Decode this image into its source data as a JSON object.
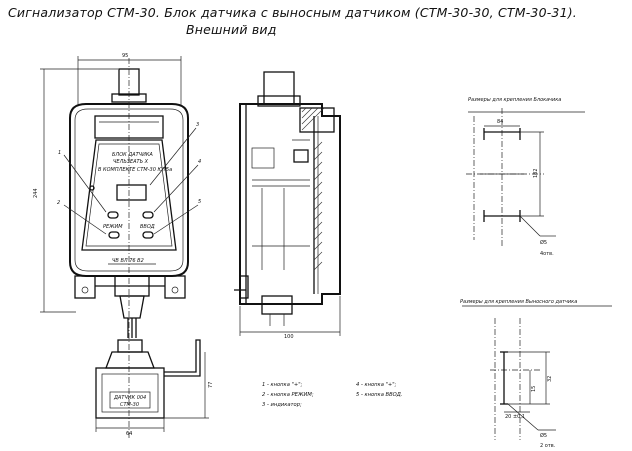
{
  "title": {
    "line1": "Сигнализатор СТМ-30. Блок датчика с выносным датчиком (СТМ-30-30, СТМ-30-31).",
    "line2": "Внешний вид"
  },
  "front_panel": {
    "text_line1": "БЛОК ДАТЧИКА",
    "text_line2": "ЧЕЛЬЗЕАТЬ Х",
    "text_line3": "В КОМПЛЕКТЕ СТМ-30 ЮТ5а",
    "button_left_label": "РЕЖИМ",
    "button_right_label": "ВВОД",
    "terminal_label": "ЧВ ВЛ 76 В2"
  },
  "callouts": [
    "1",
    "2",
    "3",
    "4",
    "5"
  ],
  "dimensions": {
    "front_width": "95",
    "front_height": "244",
    "side_depth": "100",
    "remote_width": "64",
    "remote_height": "77"
  },
  "remote_sensor": {
    "plate_line1": "ДАТЧИК 004",
    "plate_line2": "СТМ-30"
  },
  "legend": [
    {
      "id": "1",
      "text": "1 - кнопка \"+\";"
    },
    {
      "id": "2",
      "text": "2 - кнопка РЕЖИМ;"
    },
    {
      "id": "3",
      "text": "3 - индикатор;"
    },
    {
      "id": "4",
      "text": "4 - кнопка \"+\";"
    },
    {
      "id": "5",
      "text": "5 - кнопка ВВОД."
    }
  ],
  "mount_block": {
    "caption": "Размеры для крепления Блока  ",
    "caption_tail": "чика",
    "dim_horizontal": "84",
    "dim_vertical": "182",
    "hole_dia": "Ø5",
    "hole_count": "4отв."
  },
  "mount_remote": {
    "caption": "Размеры для крепления Выносного датчика",
    "dim_horizontal": "20 ±0,1",
    "dim_vertical": "32",
    "dim_vertical2": "15",
    "hole_dia": "Ø5",
    "hole_count": "2 отв."
  }
}
